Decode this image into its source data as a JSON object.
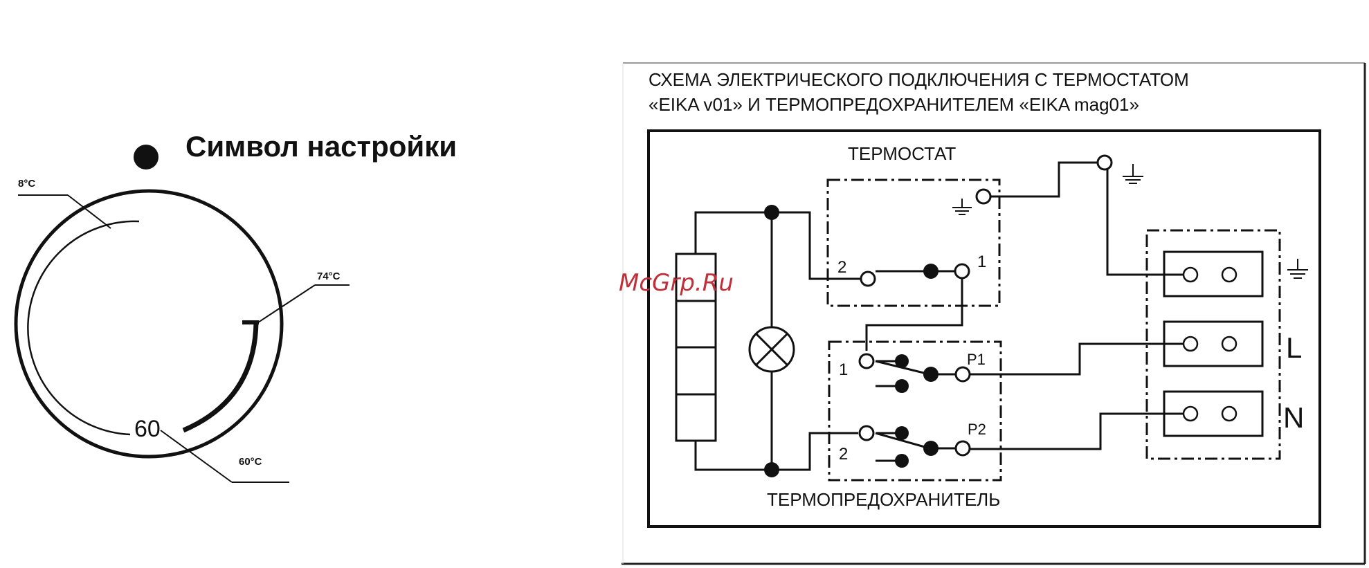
{
  "dial": {
    "title": "Символ настройки",
    "label_min": "8°C",
    "label_mid": "74°C",
    "label_low": "60°C",
    "scale_value": "60"
  },
  "schematic": {
    "title_line1": "СХЕМА ЭЛЕКТРИЧЕСКОГО ПОДКЛЮЧЕНИЯ С ТЕРМОСТАТОМ",
    "title_line2": "«EIKA v01» И ТЕРМОПРЕДОХРАНИТЕЛЕМ «EIKA mag01»",
    "thermostat_label": "ТЕРМОСТАТ",
    "fuse_label": "ТЕРМОПРЕДОХРАНИТЕЛЬ",
    "thermostat_pin1": "1",
    "thermostat_pin2": "2",
    "fuse_pin1": "1",
    "fuse_pin2": "2",
    "fuse_p1": "P1",
    "fuse_p2": "P2",
    "terminal_L": "L",
    "terminal_N": "N"
  },
  "watermark": "McGrp.Ru",
  "colors": {
    "ink": "#111111",
    "watermark": "#c0303a"
  }
}
